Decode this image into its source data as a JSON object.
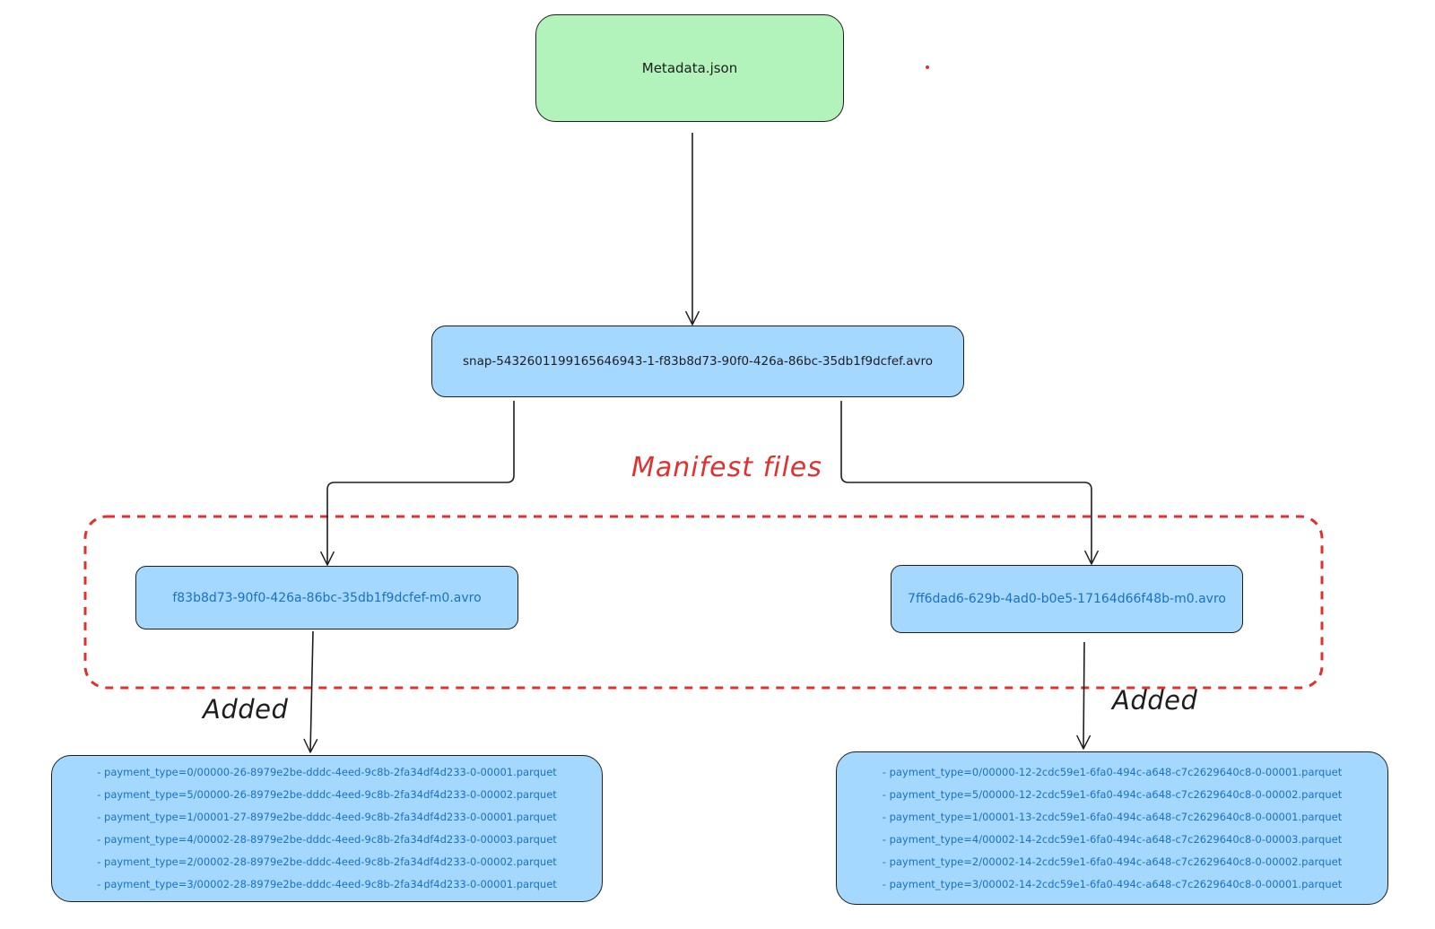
{
  "colors": {
    "metadata_fill": "#b2f2bb",
    "node_fill": "#a5d8ff",
    "stroke": "#1e1e1e",
    "manifest_text": "#1971c2",
    "group_border": "#e03131"
  },
  "metadata": {
    "label": "Metadata.json"
  },
  "snapshot": {
    "label": "snap-5432601199165646943-1-f83b8d73-90f0-426a-86bc-35db1f9dcfef.avro"
  },
  "manifest_group": {
    "label": "Manifest files"
  },
  "manifests": [
    {
      "label": "f83b8d73-90f0-426a-86bc-35db1f9dcfef-m0.avro"
    },
    {
      "label": "7ff6dad6-629b-4ad0-b0e5-17164d66f48b-m0.avro"
    }
  ],
  "added_labels": [
    "Added",
    "Added"
  ],
  "data_files": [
    {
      "lines": [
        "- payment_type=0/00000-26-8979e2be-dddc-4eed-9c8b-2fa34df4d233-0-00001.parquet",
        "- payment_type=5/00000-26-8979e2be-dddc-4eed-9c8b-2fa34df4d233-0-00002.parquet",
        "- payment_type=1/00001-27-8979e2be-dddc-4eed-9c8b-2fa34df4d233-0-00001.parquet",
        "- payment_type=4/00002-28-8979e2be-dddc-4eed-9c8b-2fa34df4d233-0-00003.parquet",
        "- payment_type=2/00002-28-8979e2be-dddc-4eed-9c8b-2fa34df4d233-0-00002.parquet",
        "- payment_type=3/00002-28-8979e2be-dddc-4eed-9c8b-2fa34df4d233-0-00001.parquet"
      ]
    },
    {
      "lines": [
        "- payment_type=0/00000-12-2cdc59e1-6fa0-494c-a648-c7c2629640c8-0-00001.parquet",
        "- payment_type=5/00000-12-2cdc59e1-6fa0-494c-a648-c7c2629640c8-0-00002.parquet",
        "- payment_type=1/00001-13-2cdc59e1-6fa0-494c-a648-c7c2629640c8-0-00001.parquet",
        "- payment_type=4/00002-14-2cdc59e1-6fa0-494c-a648-c7c2629640c8-0-00003.parquet",
        "- payment_type=2/00002-14-2cdc59e1-6fa0-494c-a648-c7c2629640c8-0-00002.parquet",
        "- payment_type=3/00002-14-2cdc59e1-6fa0-494c-a648-c7c2629640c8-0-00001.parquet"
      ]
    }
  ]
}
